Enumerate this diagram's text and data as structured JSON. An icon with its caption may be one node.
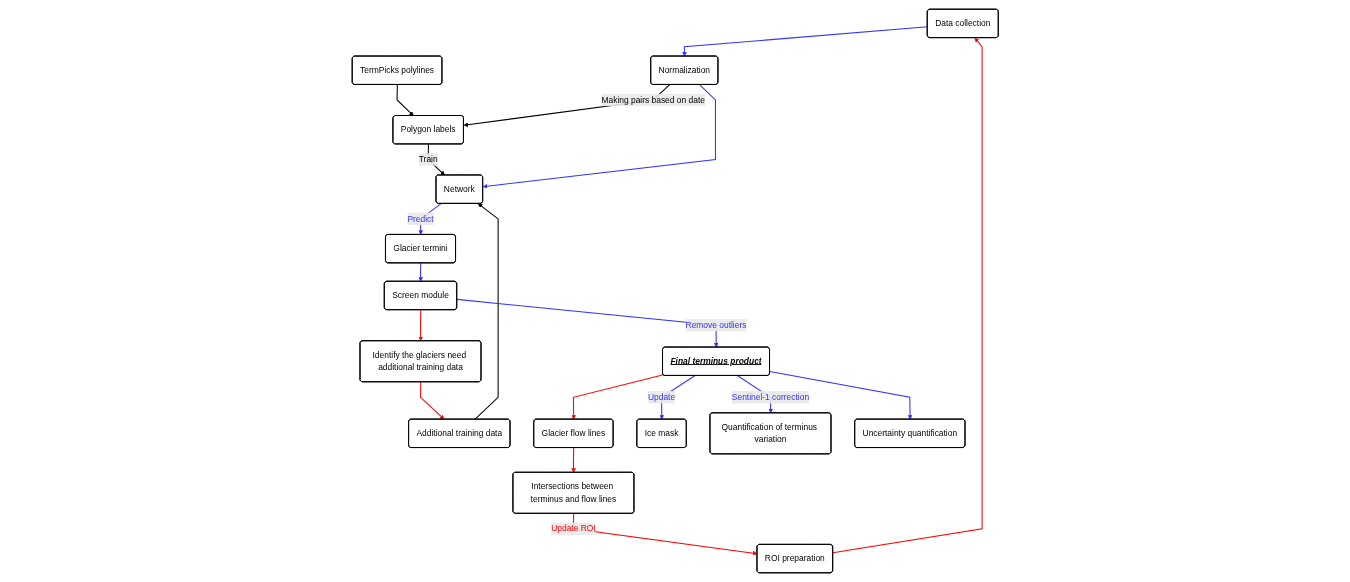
{
  "diagram": {
    "nodes": [
      {
        "text": [
          "Additional training data"
        ]
      },
      {
        "text": [
          "TermPicks polylines"
        ]
      },
      {
        "text": [
          "Polygon labels"
        ]
      },
      {
        "text": [
          "Network"
        ]
      },
      {
        "text": [
          "Glacier termini"
        ]
      },
      {
        "text": [
          "Identify the glaciers need additional training data"
        ]
      },
      {
        "text": [
          "Screen module"
        ]
      },
      {
        "text": [
          "Data collection"
        ]
      },
      {
        "text": [
          "Normalization"
        ]
      },
      {
        "text": [
          "Final terminus product"
        ]
      },
      {
        "text": [
          "Glacier flow lines"
        ]
      },
      {
        "text": [
          "Ice mask"
        ]
      },
      {
        "text": [
          "Intersections between terminus and flow lines"
        ]
      },
      {
        "text": [
          "ROI preparation"
        ]
      },
      {
        "text": [
          "Quantification of terminus variation"
        ]
      },
      {
        "text": [
          "Uncertainty quantification"
        ]
      }
    ],
    "edges": [
      {
        "from": 0,
        "to": 3,
        "arrow": "to",
        "color": "#000000"
      },
      {
        "from": 1,
        "to": 2,
        "arrow": "to",
        "color": "#000000"
      },
      {
        "from": 2,
        "to": 3,
        "arrow": "to",
        "label": "Train",
        "color": "#000000"
      },
      {
        "from": 8,
        "to": 2,
        "arrow": "to",
        "label": "Making pairs based on date",
        "color": "#000000"
      },
      {
        "from": 7,
        "to": 8,
        "arrow": "to"
      },
      {
        "from": 8,
        "to": 3,
        "arrow": "to"
      },
      {
        "from": 3,
        "to": 4,
        "arrow": "to",
        "label": "Predict"
      },
      {
        "from": 4,
        "to": 6,
        "arrow": "to"
      },
      {
        "from": 6,
        "to": 9,
        "arrow": "to",
        "label": "Remove outliers"
      },
      {
        "from": 6,
        "to": 5,
        "arrow": "to",
        "color": "#ff0000"
      },
      {
        "from": 5,
        "to": 0,
        "arrow": "to",
        "color": "#ff0000"
      },
      {
        "from": 9,
        "to": 10,
        "arrow": "to",
        "color": "#ff0000"
      },
      {
        "from": 9,
        "to": 11,
        "arrow": "to",
        "label": "Update"
      },
      {
        "from": 9,
        "to": 14,
        "arrow": "to",
        "label": "Sentinel-1 correction"
      },
      {
        "from": 9,
        "to": 15,
        "arrow": "to"
      },
      {
        "from": 10,
        "to": 12,
        "arrow": "to",
        "color": "#ff0000"
      },
      {
        "from": 12,
        "to": 13,
        "arrow": "to",
        "label": "Update ROI",
        "color": "#ff0000"
      },
      {
        "from": 13,
        "to": 7,
        "arrow": "to",
        "color": "#ff0000"
      }
    ]
  }
}
